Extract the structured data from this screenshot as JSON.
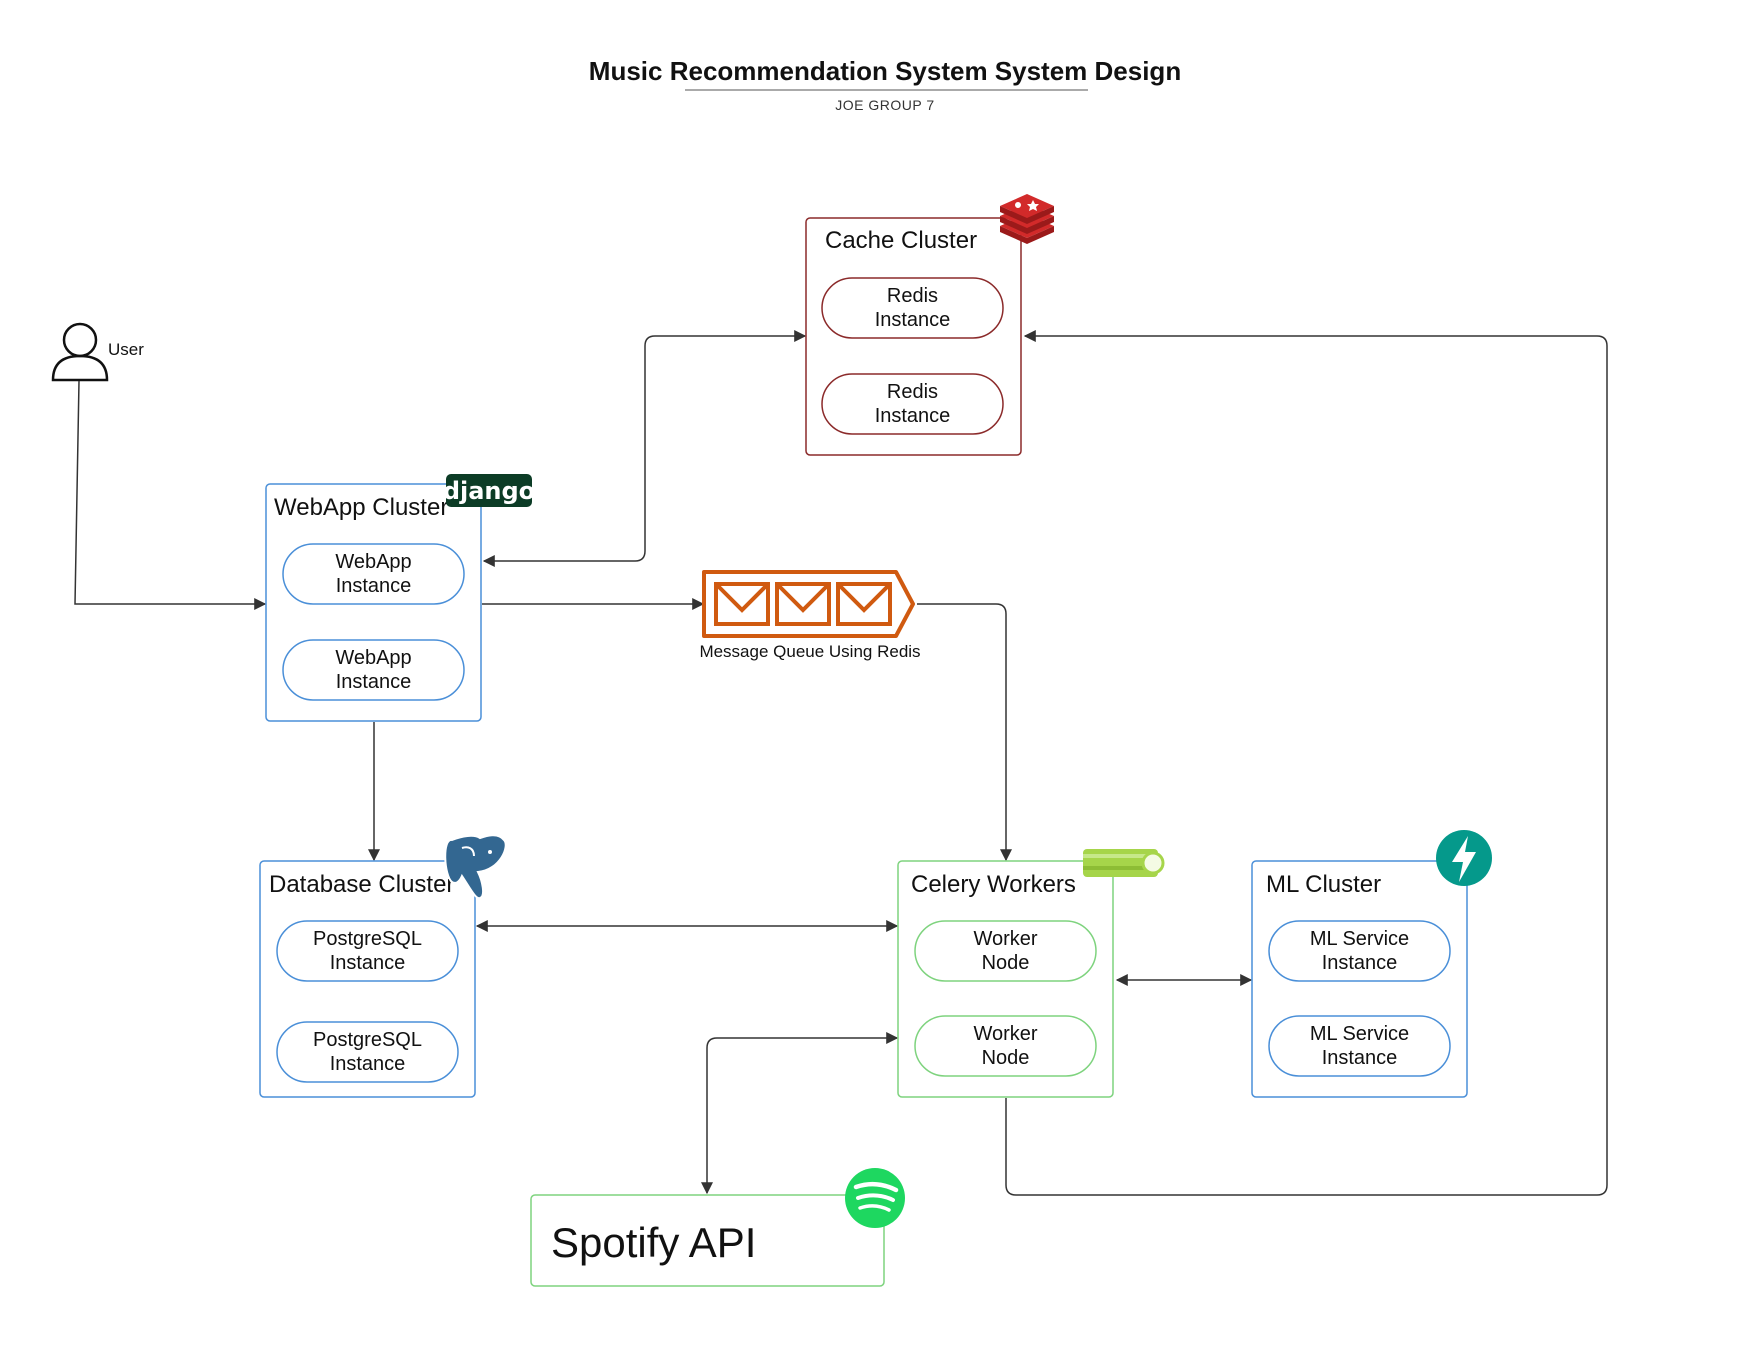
{
  "title": "Music Recommendation System System Design",
  "subtitle": "JOE GROUP 7",
  "user": {
    "label": "User"
  },
  "webapp": {
    "label": "WebApp Cluster",
    "logo": "django",
    "instances": [
      [
        "WebApp",
        "Instance"
      ],
      [
        "WebApp",
        "Instance"
      ]
    ]
  },
  "cache": {
    "label": "Cache Cluster",
    "instances": [
      [
        "Redis",
        "Instance"
      ],
      [
        "Redis",
        "Instance"
      ]
    ]
  },
  "queue": {
    "label": "Message Queue Using Redis"
  },
  "database": {
    "label": "Database Cluster",
    "instances": [
      [
        "PostgreSQL",
        "Instance"
      ],
      [
        "PostgreSQL",
        "Instance"
      ]
    ]
  },
  "celery": {
    "label": "Celery Workers",
    "instances": [
      [
        "Worker",
        "Node"
      ],
      [
        "Worker",
        "Node"
      ]
    ]
  },
  "ml": {
    "label": "ML Cluster",
    "instances": [
      [
        "ML Service",
        "Instance"
      ],
      [
        "ML Service",
        "Instance"
      ]
    ]
  },
  "spotify": {
    "label": "Spotify API"
  },
  "colors": {
    "webapp": "#4a8fd8",
    "cache": "#8b2a2a",
    "database": "#4a8fd8",
    "celery": "#7ed37e",
    "ml": "#4a8fd8",
    "spotify": "#7ed37e",
    "queue": "#d05a10",
    "django": "#0c3c26",
    "redis": "#d22a2a",
    "postgres": "#336791",
    "fastapi": "#05998b",
    "spotify_logo": "#1ed760",
    "celery_logo": "#a6d54a"
  }
}
